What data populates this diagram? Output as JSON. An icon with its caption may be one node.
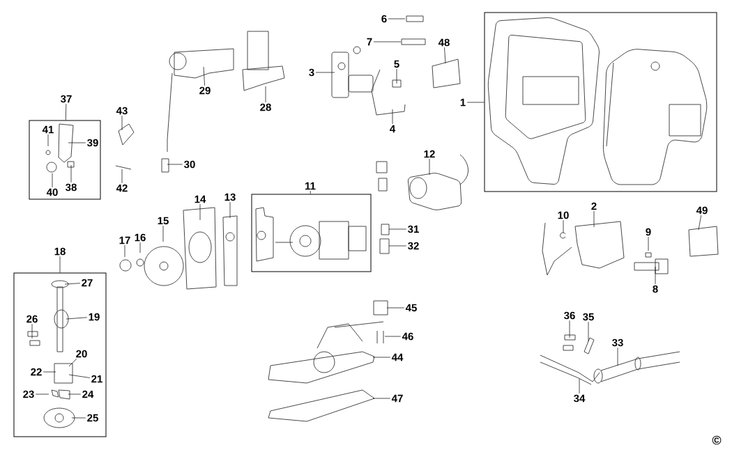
{
  "diagram": {
    "nodes": [
      {
        "text": [
          "6"
        ]
      },
      {
        "text": [
          "7"
        ]
      },
      {
        "text": [
          "48"
        ]
      },
      {
        "text": [
          "3"
        ]
      },
      {
        "text": [
          "5"
        ]
      },
      {
        "text": [
          "29"
        ]
      },
      {
        "text": [
          "28"
        ]
      },
      {
        "text": [
          "1"
        ]
      },
      {
        "text": [],
        "shape": "box"
      },
      {
        "text": [
          "43"
        ]
      },
      {
        "text": [
          "37"
        ]
      },
      {
        "text": [],
        "shape": "box"
      },
      {
        "text": [
          "41"
        ],
        "in": 11
      },
      {
        "text": [
          "39"
        ],
        "in": 11
      },
      {
        "text": [
          "4"
        ]
      },
      {
        "text": [
          "40"
        ],
        "in": 11
      },
      {
        "text": [
          "38"
        ],
        "in": 11
      },
      {
        "text": [
          "42"
        ]
      },
      {
        "text": [
          "30"
        ]
      },
      {
        "text": [
          "12"
        ]
      },
      {
        "text": [
          "11"
        ]
      },
      {
        "text": [],
        "shape": "box"
      },
      {
        "text": [
          "14"
        ]
      },
      {
        "text": [
          "13"
        ]
      },
      {
        "text": [
          "15"
        ]
      },
      {
        "text": [
          "31"
        ]
      },
      {
        "text": [
          "32"
        ]
      },
      {
        "text": [
          "17"
        ]
      },
      {
        "text": [
          "16"
        ]
      },
      {
        "text": [
          "2"
        ]
      },
      {
        "text": [
          "10"
        ]
      },
      {
        "text": [
          "49"
        ]
      },
      {
        "text": [
          "9"
        ]
      },
      {
        "text": [
          "18"
        ]
      },
      {
        "text": [],
        "shape": "box"
      },
      {
        "text": [
          "27"
        ],
        "in": 34
      },
      {
        "text": [
          "8"
        ]
      },
      {
        "text": [
          "19"
        ],
        "in": 34
      },
      {
        "text": [
          "26"
        ],
        "in": 34
      },
      {
        "text": [
          "45"
        ]
      },
      {
        "text": [
          "36"
        ]
      },
      {
        "text": [
          "35"
        ]
      },
      {
        "text": [
          "46"
        ]
      },
      {
        "text": [
          "33"
        ]
      },
      {
        "text": [
          "20"
        ],
        "in": 34
      },
      {
        "text": [
          "44"
        ]
      },
      {
        "text": [
          "22"
        ],
        "in": 34
      },
      {
        "text": [
          "21"
        ],
        "in": 34
      },
      {
        "text": [
          "23"
        ],
        "in": 34
      },
      {
        "text": [
          "24"
        ],
        "in": 34
      },
      {
        "text": [
          "47"
        ]
      },
      {
        "text": [
          "34"
        ]
      },
      {
        "text": [
          "25"
        ],
        "in": 34
      }
    ],
    "edges": [
      {
        "from": 0,
        "to": null,
        "arrow": "none"
      },
      {
        "from": 1,
        "to": null,
        "arrow": "none"
      },
      {
        "from": 2,
        "to": null,
        "arrow": "none"
      },
      {
        "from": 3,
        "to": null,
        "arrow": "none"
      },
      {
        "from": 4,
        "to": null,
        "arrow": "none"
      },
      {
        "from": 5,
        "to": null,
        "arrow": "none"
      },
      {
        "from": 6,
        "to": null,
        "arrow": "none"
      },
      {
        "from": 7,
        "to": 8,
        "arrow": "none"
      },
      {
        "from": 9,
        "to": null,
        "arrow": "none"
      },
      {
        "from": 10,
        "to": 11,
        "arrow": "none"
      },
      {
        "from": 12,
        "to": null,
        "arrow": "none"
      },
      {
        "from": 13,
        "to": null,
        "arrow": "none"
      },
      {
        "from": 14,
        "to": null,
        "arrow": "none"
      },
      {
        "from": 15,
        "to": null,
        "arrow": "none"
      },
      {
        "from": 16,
        "to": null,
        "arrow": "none"
      },
      {
        "from": 17,
        "to": null,
        "arrow": "none"
      },
      {
        "from": 18,
        "to": null,
        "arrow": "none"
      },
      {
        "from": 19,
        "to": null,
        "arrow": "none"
      },
      {
        "from": 20,
        "to": 21,
        "arrow": "none"
      },
      {
        "from": 22,
        "to": null,
        "arrow": "none"
      },
      {
        "from": 23,
        "to": null,
        "arrow": "none"
      },
      {
        "from": 24,
        "to": null,
        "arrow": "none"
      },
      {
        "from": 25,
        "to": null,
        "arrow": "none"
      },
      {
        "from": 26,
        "to": null,
        "arrow": "none"
      },
      {
        "from": 27,
        "to": null,
        "arrow": "none"
      },
      {
        "from": 28,
        "to": null,
        "arrow": "none"
      },
      {
        "from": 29,
        "to": null,
        "arrow": "none"
      },
      {
        "from": 30,
        "to": null,
        "arrow": "none"
      },
      {
        "from": 31,
        "to": null,
        "arrow": "none"
      },
      {
        "from": 32,
        "to": null,
        "arrow": "none"
      },
      {
        "from": 33,
        "to": 34,
        "arrow": "none"
      },
      {
        "from": 35,
        "to": null,
        "arrow": "none"
      },
      {
        "from": 36,
        "to": null,
        "arrow": "none"
      },
      {
        "from": 37,
        "to": null,
        "arrow": "none"
      },
      {
        "from": 38,
        "to": null,
        "arrow": "none"
      },
      {
        "from": 39,
        "to": null,
        "arrow": "none"
      },
      {
        "from": 40,
        "to": null,
        "arrow": "none"
      },
      {
        "from": 41,
        "to": null,
        "arrow": "none"
      },
      {
        "from": 42,
        "to": null,
        "arrow": "none"
      },
      {
        "from": 43,
        "to": null,
        "arrow": "none"
      },
      {
        "from": 44,
        "to": null,
        "arrow": "none"
      },
      {
        "from": 45,
        "to": null,
        "arrow": "none"
      },
      {
        "from": 46,
        "to": null,
        "arrow": "none"
      },
      {
        "from": 47,
        "to": null,
        "arrow": "none"
      },
      {
        "from": 48,
        "to": null,
        "arrow": "none"
      },
      {
        "from": 49,
        "to": null,
        "arrow": "none"
      },
      {
        "from": 50,
        "to": null,
        "arrow": "none"
      },
      {
        "from": 51,
        "to": null,
        "arrow": "none"
      },
      {
        "from": 52,
        "to": null,
        "arrow": "none"
      }
    ],
    "labels": [
      "©"
    ]
  }
}
